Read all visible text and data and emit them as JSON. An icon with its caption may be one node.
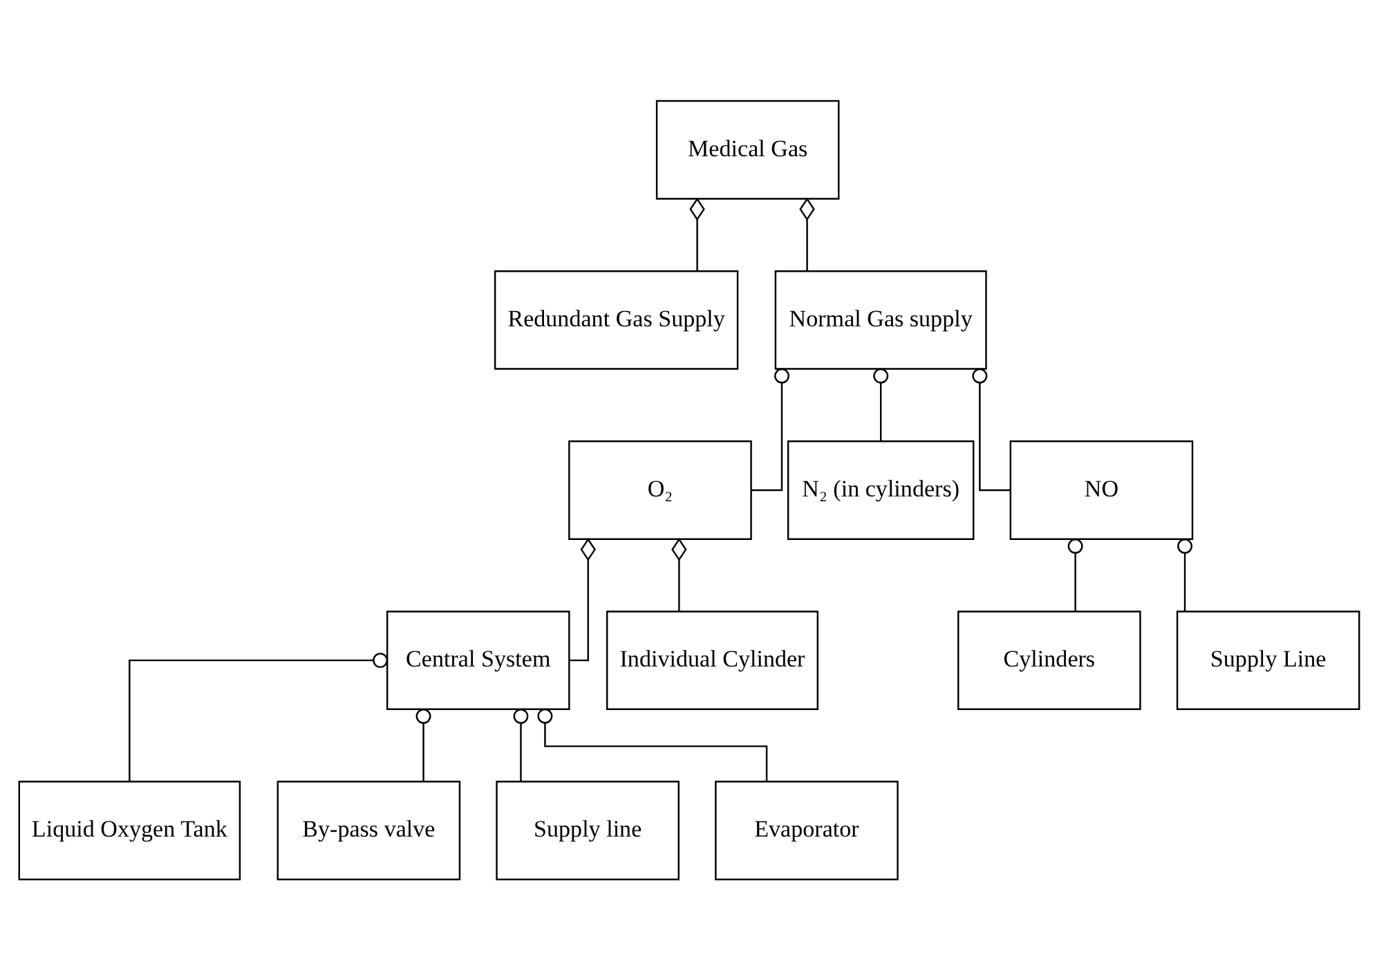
{
  "diagram": {
    "nodes": [
      {
        "text": [
          "Medical Gas"
        ]
      },
      {
        "text": [
          "Redundant Gas Supply"
        ]
      },
      {
        "text": [
          "Normal Gas supply"
        ]
      },
      {
        "text": [
          "O₂"
        ]
      },
      {
        "text": [
          "N₂ (in cylinders)"
        ]
      },
      {
        "text": [
          "NO"
        ]
      },
      {
        "text": [
          "Central System"
        ]
      },
      {
        "text": [
          "Individual Cylinder"
        ]
      },
      {
        "text": [
          "Cylinders"
        ]
      },
      {
        "text": [
          "Supply Line"
        ]
      },
      {
        "text": [
          "Liquid Oxygen Tank"
        ]
      },
      {
        "text": [
          "By-pass valve"
        ]
      },
      {
        "text": [
          "Supply line"
        ]
      },
      {
        "text": [
          "Evaporator"
        ]
      }
    ],
    "edges": [
      {
        "from": 0,
        "to": 1,
        "arrow": "other"
      },
      {
        "from": 0,
        "to": 2,
        "arrow": "other"
      },
      {
        "from": 2,
        "to": 3,
        "arrow": "other"
      },
      {
        "from": 2,
        "to": 4,
        "arrow": "other"
      },
      {
        "from": 2,
        "to": 5,
        "arrow": "other"
      },
      {
        "from": 3,
        "to": 6,
        "arrow": "other"
      },
      {
        "from": 3,
        "to": 7,
        "arrow": "other"
      },
      {
        "from": 5,
        "to": 8,
        "arrow": "other"
      },
      {
        "from": 5,
        "to": 9,
        "arrow": "other"
      },
      {
        "from": 6,
        "to": 10,
        "arrow": "other"
      },
      {
        "from": 6,
        "to": 11,
        "arrow": "other"
      },
      {
        "from": 6,
        "to": 12,
        "arrow": "other"
      },
      {
        "from": 6,
        "to": 13,
        "arrow": "other"
      }
    ]
  }
}
